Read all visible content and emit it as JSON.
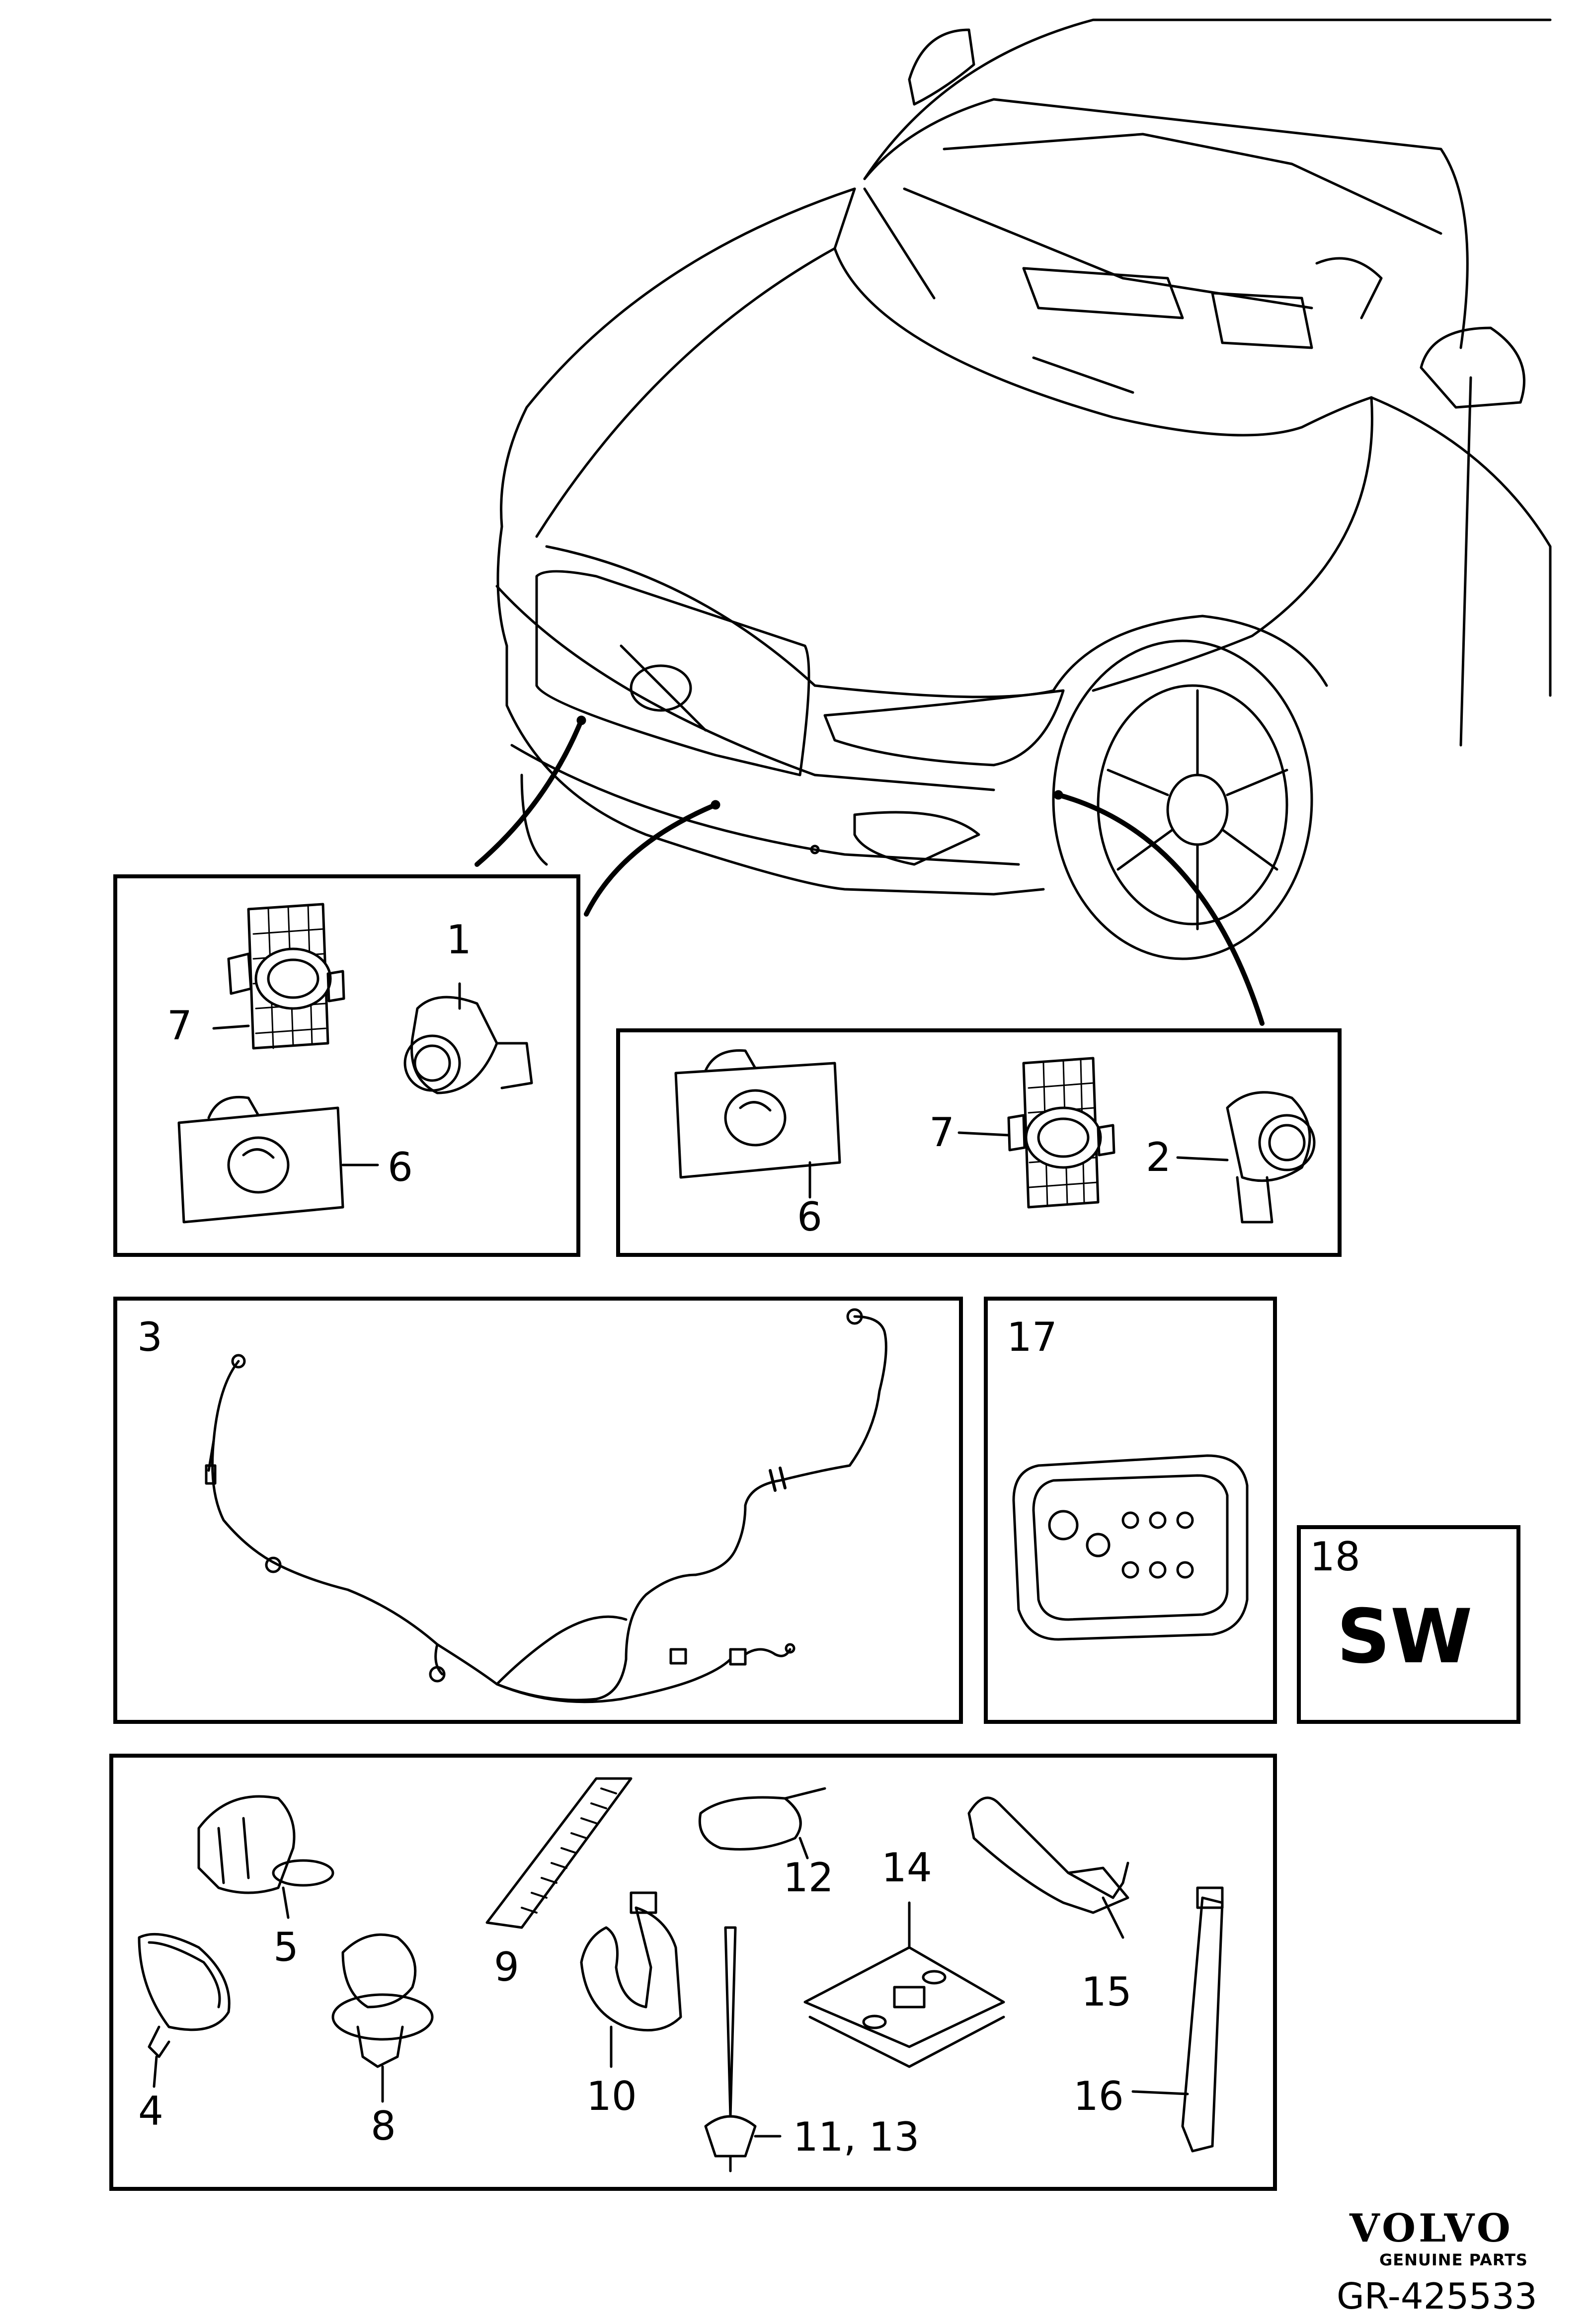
{
  "callouts": {
    "c1": "1",
    "c2": "2",
    "c3": "3",
    "c4": "4",
    "c5": "5",
    "c6a": "6",
    "c6b": "6",
    "c7a": "7",
    "c7b": "7",
    "c8": "8",
    "c9": "9",
    "c10": "10",
    "c11_13": "11, 13",
    "c12": "12",
    "c14": "14",
    "c15": "15",
    "c16": "16",
    "c17": "17",
    "c18": "18"
  },
  "software_box": {
    "text": "SW"
  },
  "footer": {
    "brand": "VOLVO",
    "tagline": "GENUINE PARTS",
    "reference": "GR-425533"
  }
}
